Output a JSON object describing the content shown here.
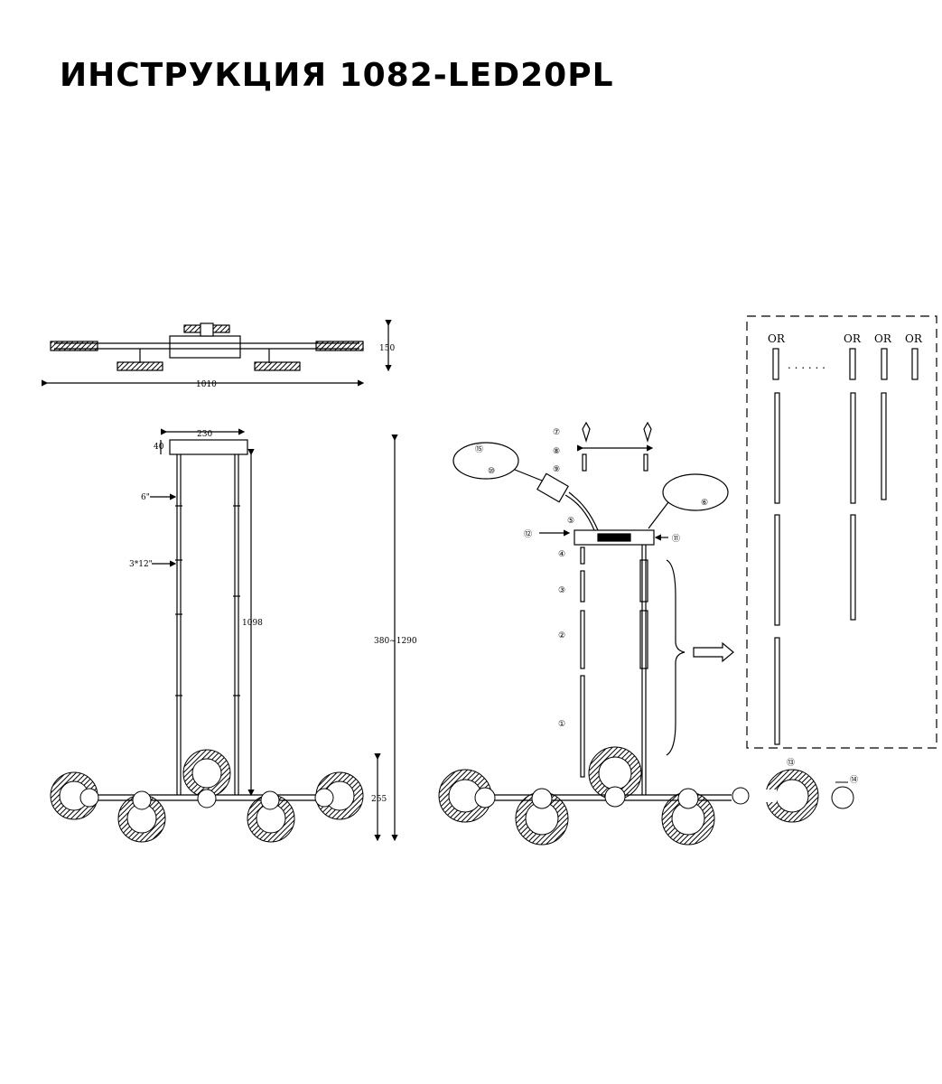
{
  "title": "ИНСТРУКЦИЯ 1082-LED20PL",
  "top_view": {
    "width_dim": "1010",
    "height_dim": "150"
  },
  "front_view": {
    "canopy_width": "230",
    "canopy_height": "40",
    "rod_a": "6\"",
    "rod_b": "3*12\"",
    "cable_length": "1098",
    "total_height": "380~1290",
    "bottom_height": "255"
  },
  "assembly": {
    "parts": [
      "①",
      "②",
      "③",
      "④",
      "⑤",
      "⑥",
      "⑦",
      "⑧",
      "⑨",
      "⑩",
      "⑪",
      "⑫",
      "⑬",
      "⑭",
      "⑮"
    ],
    "or_labels": [
      "OR",
      "OR",
      "OR",
      "OR"
    ],
    "dots": ". . . . . ."
  }
}
